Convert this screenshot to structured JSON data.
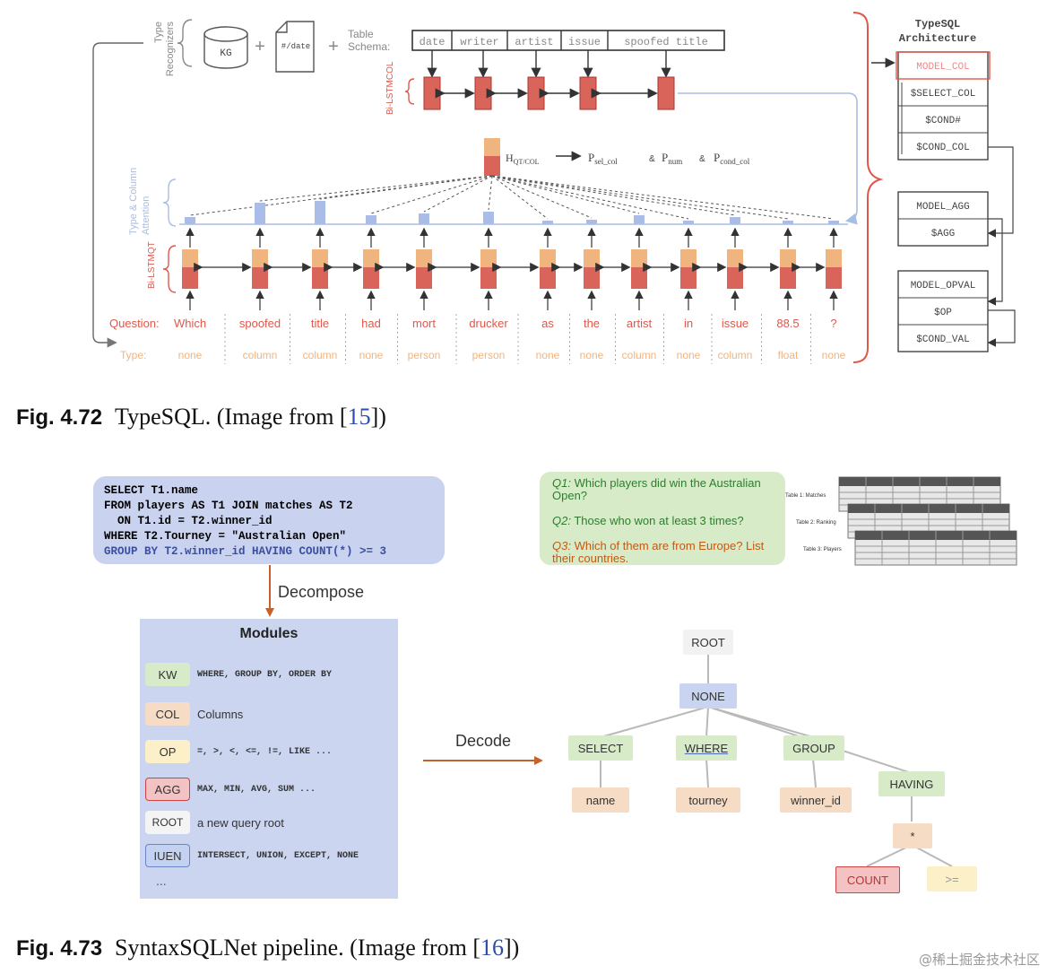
{
  "fig472": {
    "caption_label": "Fig. 4.72",
    "caption_text": "TypeSQL.  (Image from [",
    "caption_ref": "15",
    "caption_end": "])",
    "type_recognizers": "Type\nRecognizers",
    "kg": "KG",
    "date_icon": "#/date",
    "plus": "+",
    "table_schema": "Table\nSchema:",
    "schema_cols": [
      "date",
      "writer",
      "artist",
      "issue",
      "spoofed title"
    ],
    "bilstm_col": "Bi-LSTM",
    "bilstm_col_sup": "COL",
    "bilstm_qt": "Bi-LSTM",
    "bilstm_qt_sup": "QT",
    "attention_label": "Type & Column\nAttention",
    "h_label": "H",
    "h_sub": "QT/COL",
    "p_sel": "P",
    "p_sel_sub": "sel_col",
    "p_num": "P",
    "p_num_sub": "num",
    "p_cond": "P",
    "p_cond_sub": "cond_col",
    "amp": "&",
    "question_label": "Question:",
    "type_label": "Type:",
    "tokens": [
      "Which",
      "spoofed",
      "title",
      "had",
      "mort",
      "drucker",
      "as",
      "the",
      "artist",
      "in",
      "issue",
      "88.5",
      "?"
    ],
    "types": [
      "none",
      "column",
      "column",
      "none",
      "person",
      "person",
      "none",
      "none",
      "column",
      "none",
      "column",
      "float",
      "none"
    ],
    "arch_title": "TypeSQL\nArchitecture",
    "arch_group1": [
      "MODEL_COL",
      "$SELECT_COL",
      "$COND#",
      "$COND_COL"
    ],
    "arch_group2": [
      "MODEL_AGG",
      "$AGG"
    ],
    "arch_group3": [
      "MODEL_OPVAL",
      "$OP",
      "$COND_VAL"
    ]
  },
  "fig473": {
    "caption_label": "Fig. 4.73",
    "caption_text": "SyntaxSQLNet pipeline.  (Image from [",
    "caption_ref": "16",
    "caption_end": "])",
    "sql": [
      {
        "a": "SELECT T1.name",
        "b": ""
      },
      {
        "a": "FROM players AS T1 JOIN matches AS T2",
        "b": ""
      },
      {
        "a": "  ON T1.id = T2.winner_id",
        "b": ""
      },
      {
        "a": "WHERE T2.Tourney = \"Australian Open\"",
        "b": ""
      },
      {
        "a": "GROUP BY T2.winner_id HAVING COUNT(*) >= 3",
        "b": ""
      }
    ],
    "q1_tag": "Q1:",
    "q1_text": " Which players did win the Australian Open?",
    "q2_tag": "Q2:",
    "q2_text": " Those who won at least 3 times?",
    "q3_tag": "Q3:",
    "q3_text": " Which of them are from Europe? List their countries.",
    "table_labels": [
      "Table 1: Matches",
      "Table 2: Ranking",
      "Table 3: Players"
    ],
    "decompose": "Decompose",
    "decode": "Decode",
    "modules_title": "Modules",
    "modules": [
      {
        "tag": "KW",
        "desc": "WHERE, GROUP BY, ORDER BY",
        "mono": true
      },
      {
        "tag": "COL",
        "desc": "Columns",
        "mono": false
      },
      {
        "tag": "OP",
        "desc": "=, >, <, <=, !=, LIKE ...",
        "mono": true
      },
      {
        "tag": "AGG",
        "desc": "MAX, MIN, AVG, SUM ...",
        "mono": true
      },
      {
        "tag": "ROOT",
        "desc": "a new query root",
        "mono": false
      },
      {
        "tag": "IUEN",
        "desc": "INTERSECT, UNION, EXCEPT, NONE",
        "mono": true
      }
    ],
    "modules_more": "...",
    "tree": {
      "root": "ROOT",
      "none": "NONE",
      "select": "SELECT",
      "where": "WHERE",
      "group": "GROUP",
      "having": "HAVING",
      "name": "name",
      "tourney": "tourney",
      "winner_id": "winner_id",
      "star": "*",
      "count": "COUNT",
      "gte": ">="
    }
  },
  "watermark": "@稀土掘金技术社区",
  "colors": {
    "red_block": "#d9645a",
    "orange_block": "#f0b47f",
    "blue_bar": "#a9bde6",
    "brace_red": "#e0574b",
    "blue_line": "#a8bde4",
    "arrow_brown": "#c4622e"
  }
}
